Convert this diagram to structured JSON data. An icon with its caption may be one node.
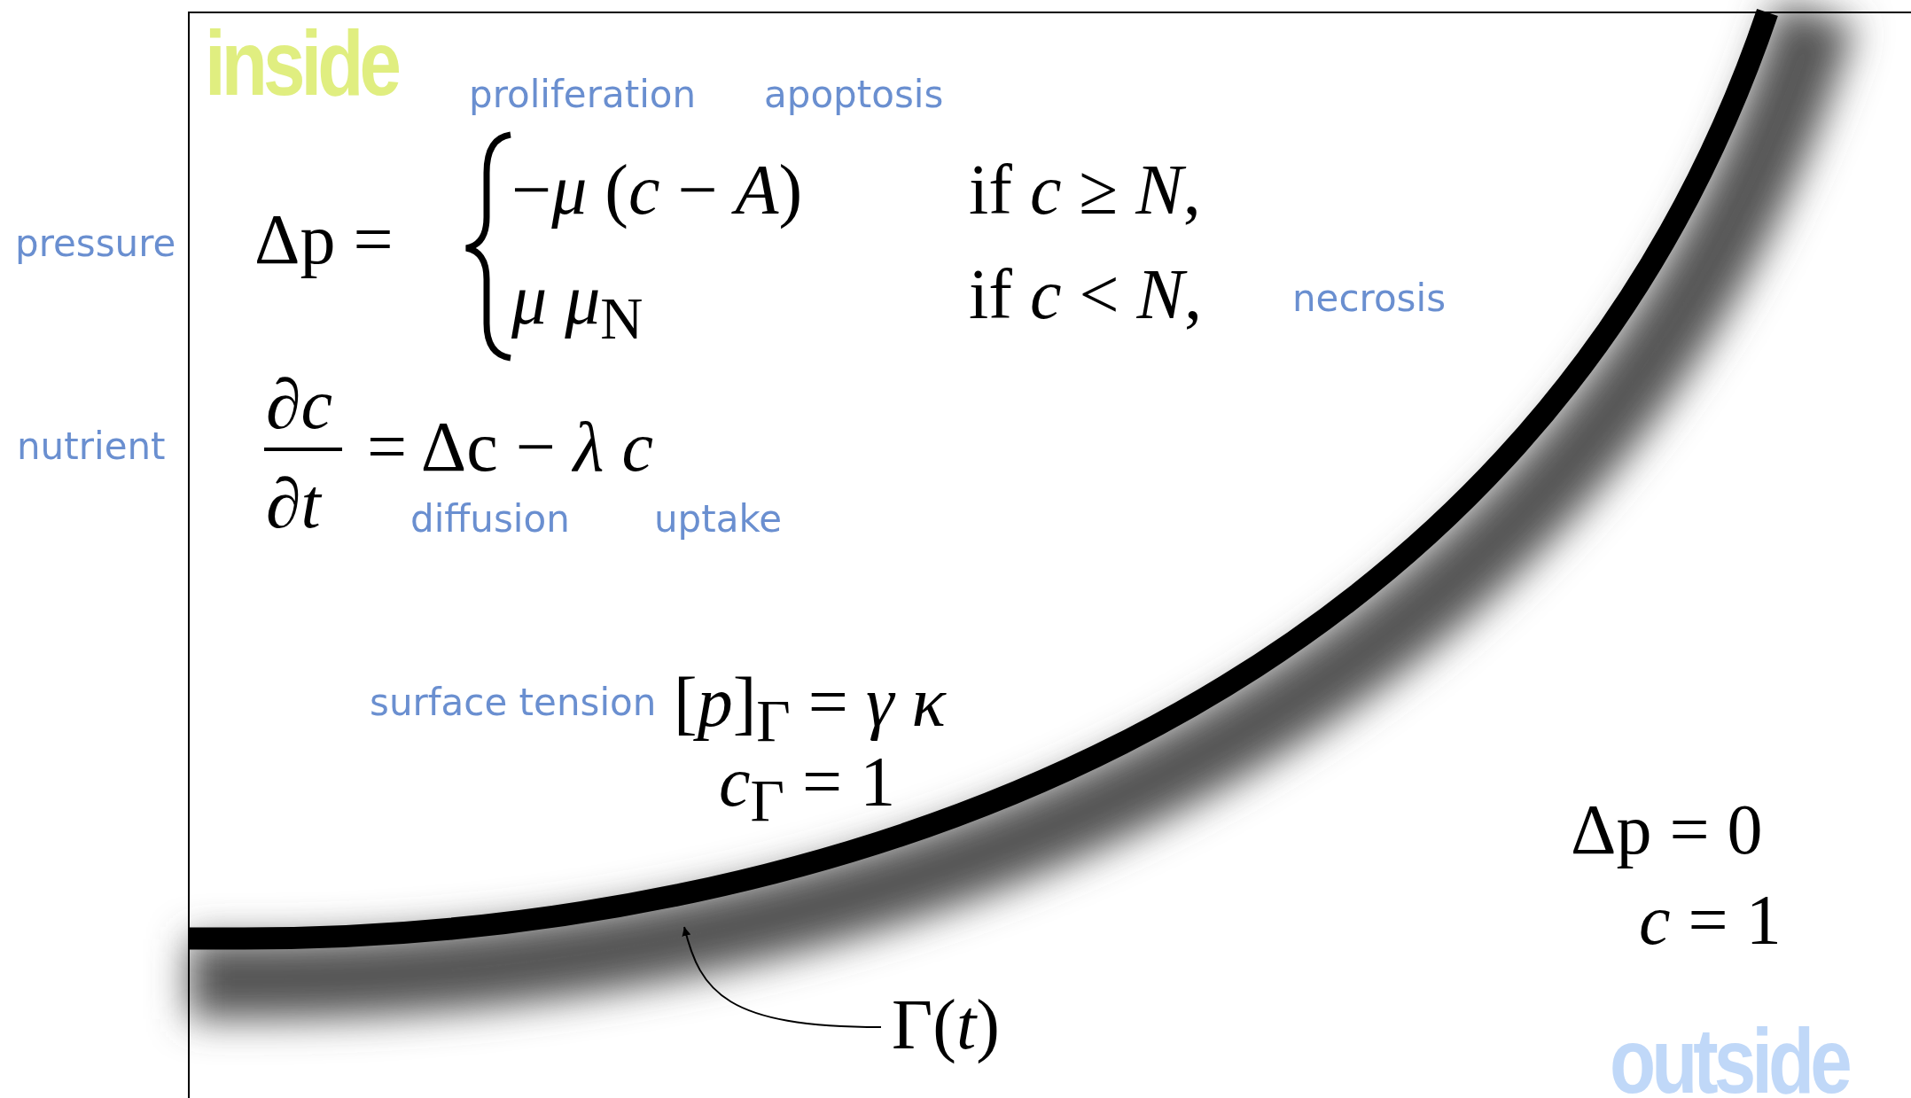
{
  "diagram": {
    "nodes": [
      {
        "text": [
          "Γ(*t*)"
        ]
      },
      {
        "text": [],
        "shape": "curve"
      }
    ],
    "edges": [
      {
        "from": 0,
        "to": 1,
        "arrow": "to"
      }
    ],
    "labels": [
      "inside",
      "proliferation",
      "apoptosis",
      "pressure",
      "Δp =",
      "−*μ* (*c* − *A*)",
      "if *c* ≥ *N*,",
      "*μ μ*$_{N}$",
      "if *c* < *N*,",
      "necrosis",
      "nutrient",
      "∂*c*",
      "∂*t*",
      "= Δc − *λ c*",
      "diffusion",
      "uptake",
      "surface tension",
      "[*p*]$_{Γ}$ = *γ κ*",
      "*c*$_{Γ}$ = 1",
      "Δp = 0",
      "*c* = 1",
      "outside"
    ]
  }
}
